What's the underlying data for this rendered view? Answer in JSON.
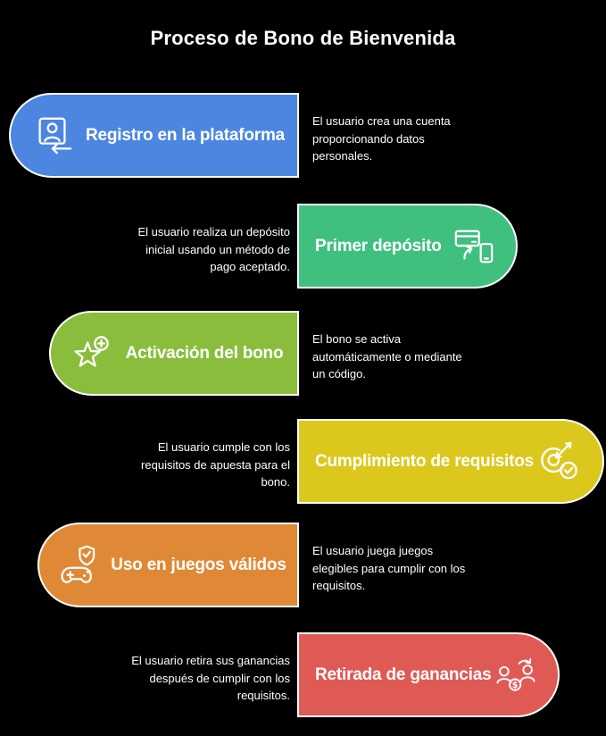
{
  "title": "Proceso de Bono de Bienvenida",
  "background_color": "#000000",
  "text_color": "#ffffff",
  "steps": [
    {
      "label": "Registro en la plataforma",
      "description": "El usuario crea una cuenta\nproporcionando datos\npersonales.",
      "color": "#4d86e0",
      "side": "left",
      "icon": "register-icon"
    },
    {
      "label": "Primer depósito",
      "description": "El usuario realiza un depósito\ninicial usando un método de\npago aceptado.",
      "color": "#3fc07f",
      "side": "right",
      "icon": "deposit-icon"
    },
    {
      "label": "Activación del bono",
      "description": "El bono se activa\nautomáticamente o mediante\nun código.",
      "color": "#8abd3c",
      "side": "left",
      "icon": "bonus-activation-icon"
    },
    {
      "label": "Cumplimiento de requisitos",
      "description": "El usuario cumple con los\nrequisitos de apuesta para el\nbono.",
      "color": "#dcc81d",
      "side": "right",
      "icon": "requirements-icon"
    },
    {
      "label": "Uso en juegos válidos",
      "description": "El usuario juega juegos\nelegibles para cumplir con los\nrequisitos.",
      "color": "#df8936",
      "side": "left",
      "icon": "games-icon"
    },
    {
      "label": "Retirada de ganancias",
      "description": "El usuario retira sus ganancias\ndespués de cumplir con los\nrequisitos.",
      "color": "#e05a55",
      "side": "right",
      "icon": "withdrawal-icon"
    }
  ]
}
